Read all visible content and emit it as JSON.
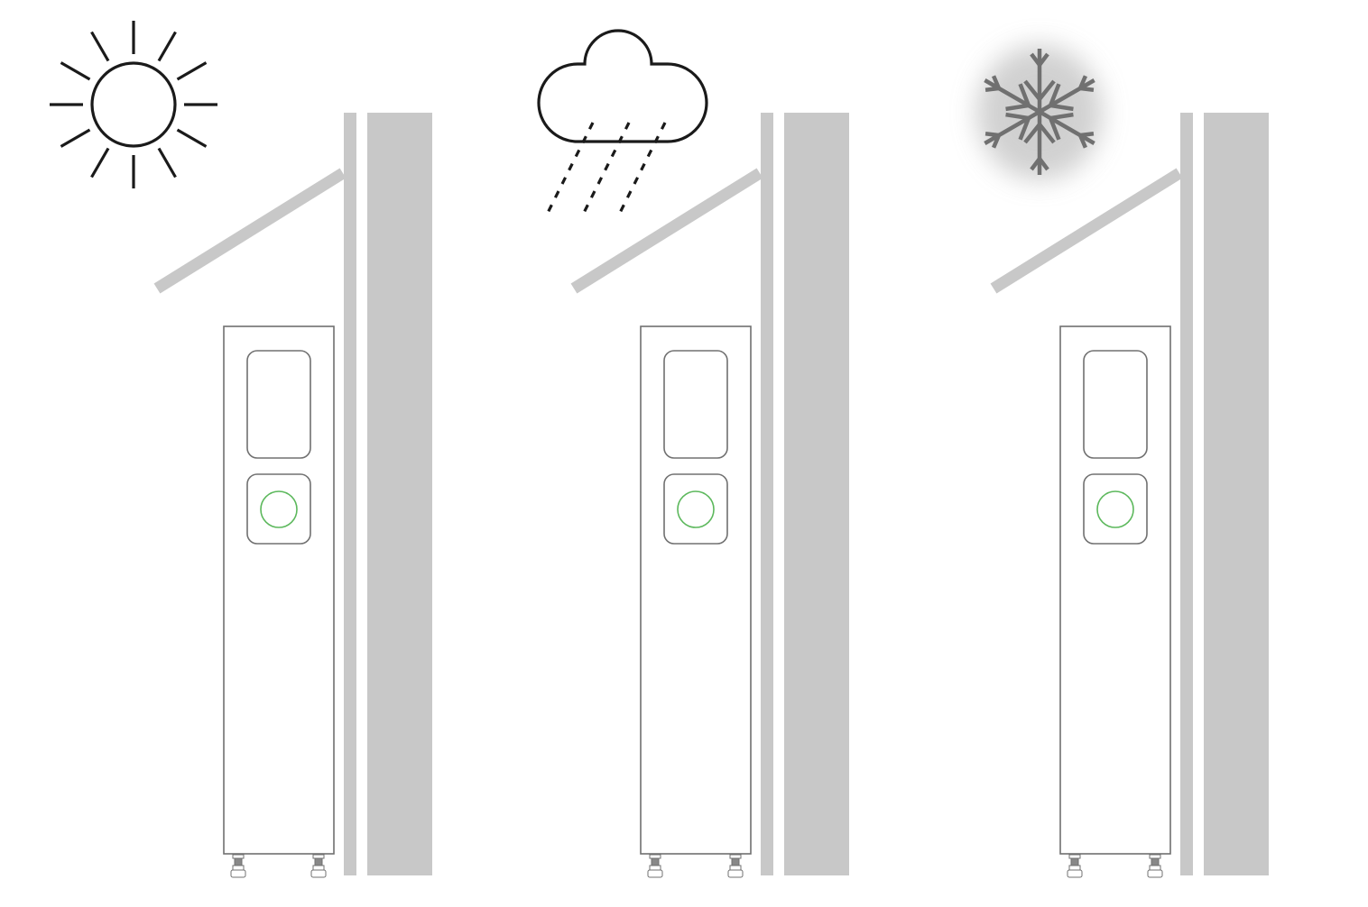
{
  "scenes": [
    {
      "weather": "sun",
      "icon": "sun-icon"
    },
    {
      "weather": "rain",
      "icon": "rain-cloud-icon"
    },
    {
      "weather": "snow",
      "icon": "snowflake-icon"
    }
  ],
  "colors": {
    "wall": "#c8c8c8",
    "outline": "#707070",
    "indicator": "#5cb85c",
    "weather_icon": "#1a1a1a",
    "snowflake": "#707070"
  }
}
